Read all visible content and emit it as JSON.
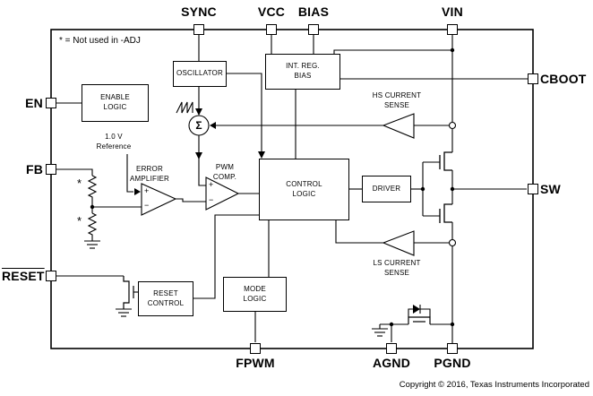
{
  "colors": {
    "line": "#000000",
    "background": "#ffffff"
  },
  "note": "* = Not used in -ADJ",
  "copyright": "Copyright © 2016, Texas Instruments Incorporated",
  "pins": {
    "sync": "SYNC",
    "vcc": "VCC",
    "bias": "BIAS",
    "vin": "VIN",
    "en": "EN",
    "fb": "FB",
    "reset": "RESET",
    "cboot": "CBOOT",
    "sw": "SW",
    "fpwm": "FPWM",
    "agnd": "AGND",
    "pgnd": "PGND"
  },
  "blocks": {
    "enable_logic": "ENABLE\nLOGIC",
    "oscillator": "OSCILLATOR",
    "int_reg_bias": "INT. REG.\nBIAS",
    "control_logic": "CONTROL\nLOGIC",
    "driver": "DRIVER",
    "mode_logic": "MODE\nLOGIC",
    "reset_control": "RESET\nCONTROL"
  },
  "labels": {
    "hs_current_sense": "HS CURRENT\nSENSE",
    "ls_current_sense": "LS CURRENT\nSENSE",
    "error_amplifier": "ERROR\nAMPLIFIER",
    "pwm_comp": "PWM\nCOMP.",
    "reference": "1.0 V\nReference",
    "sigma": "Σ",
    "plus": "+",
    "minus": "−",
    "asterisk": "*"
  }
}
